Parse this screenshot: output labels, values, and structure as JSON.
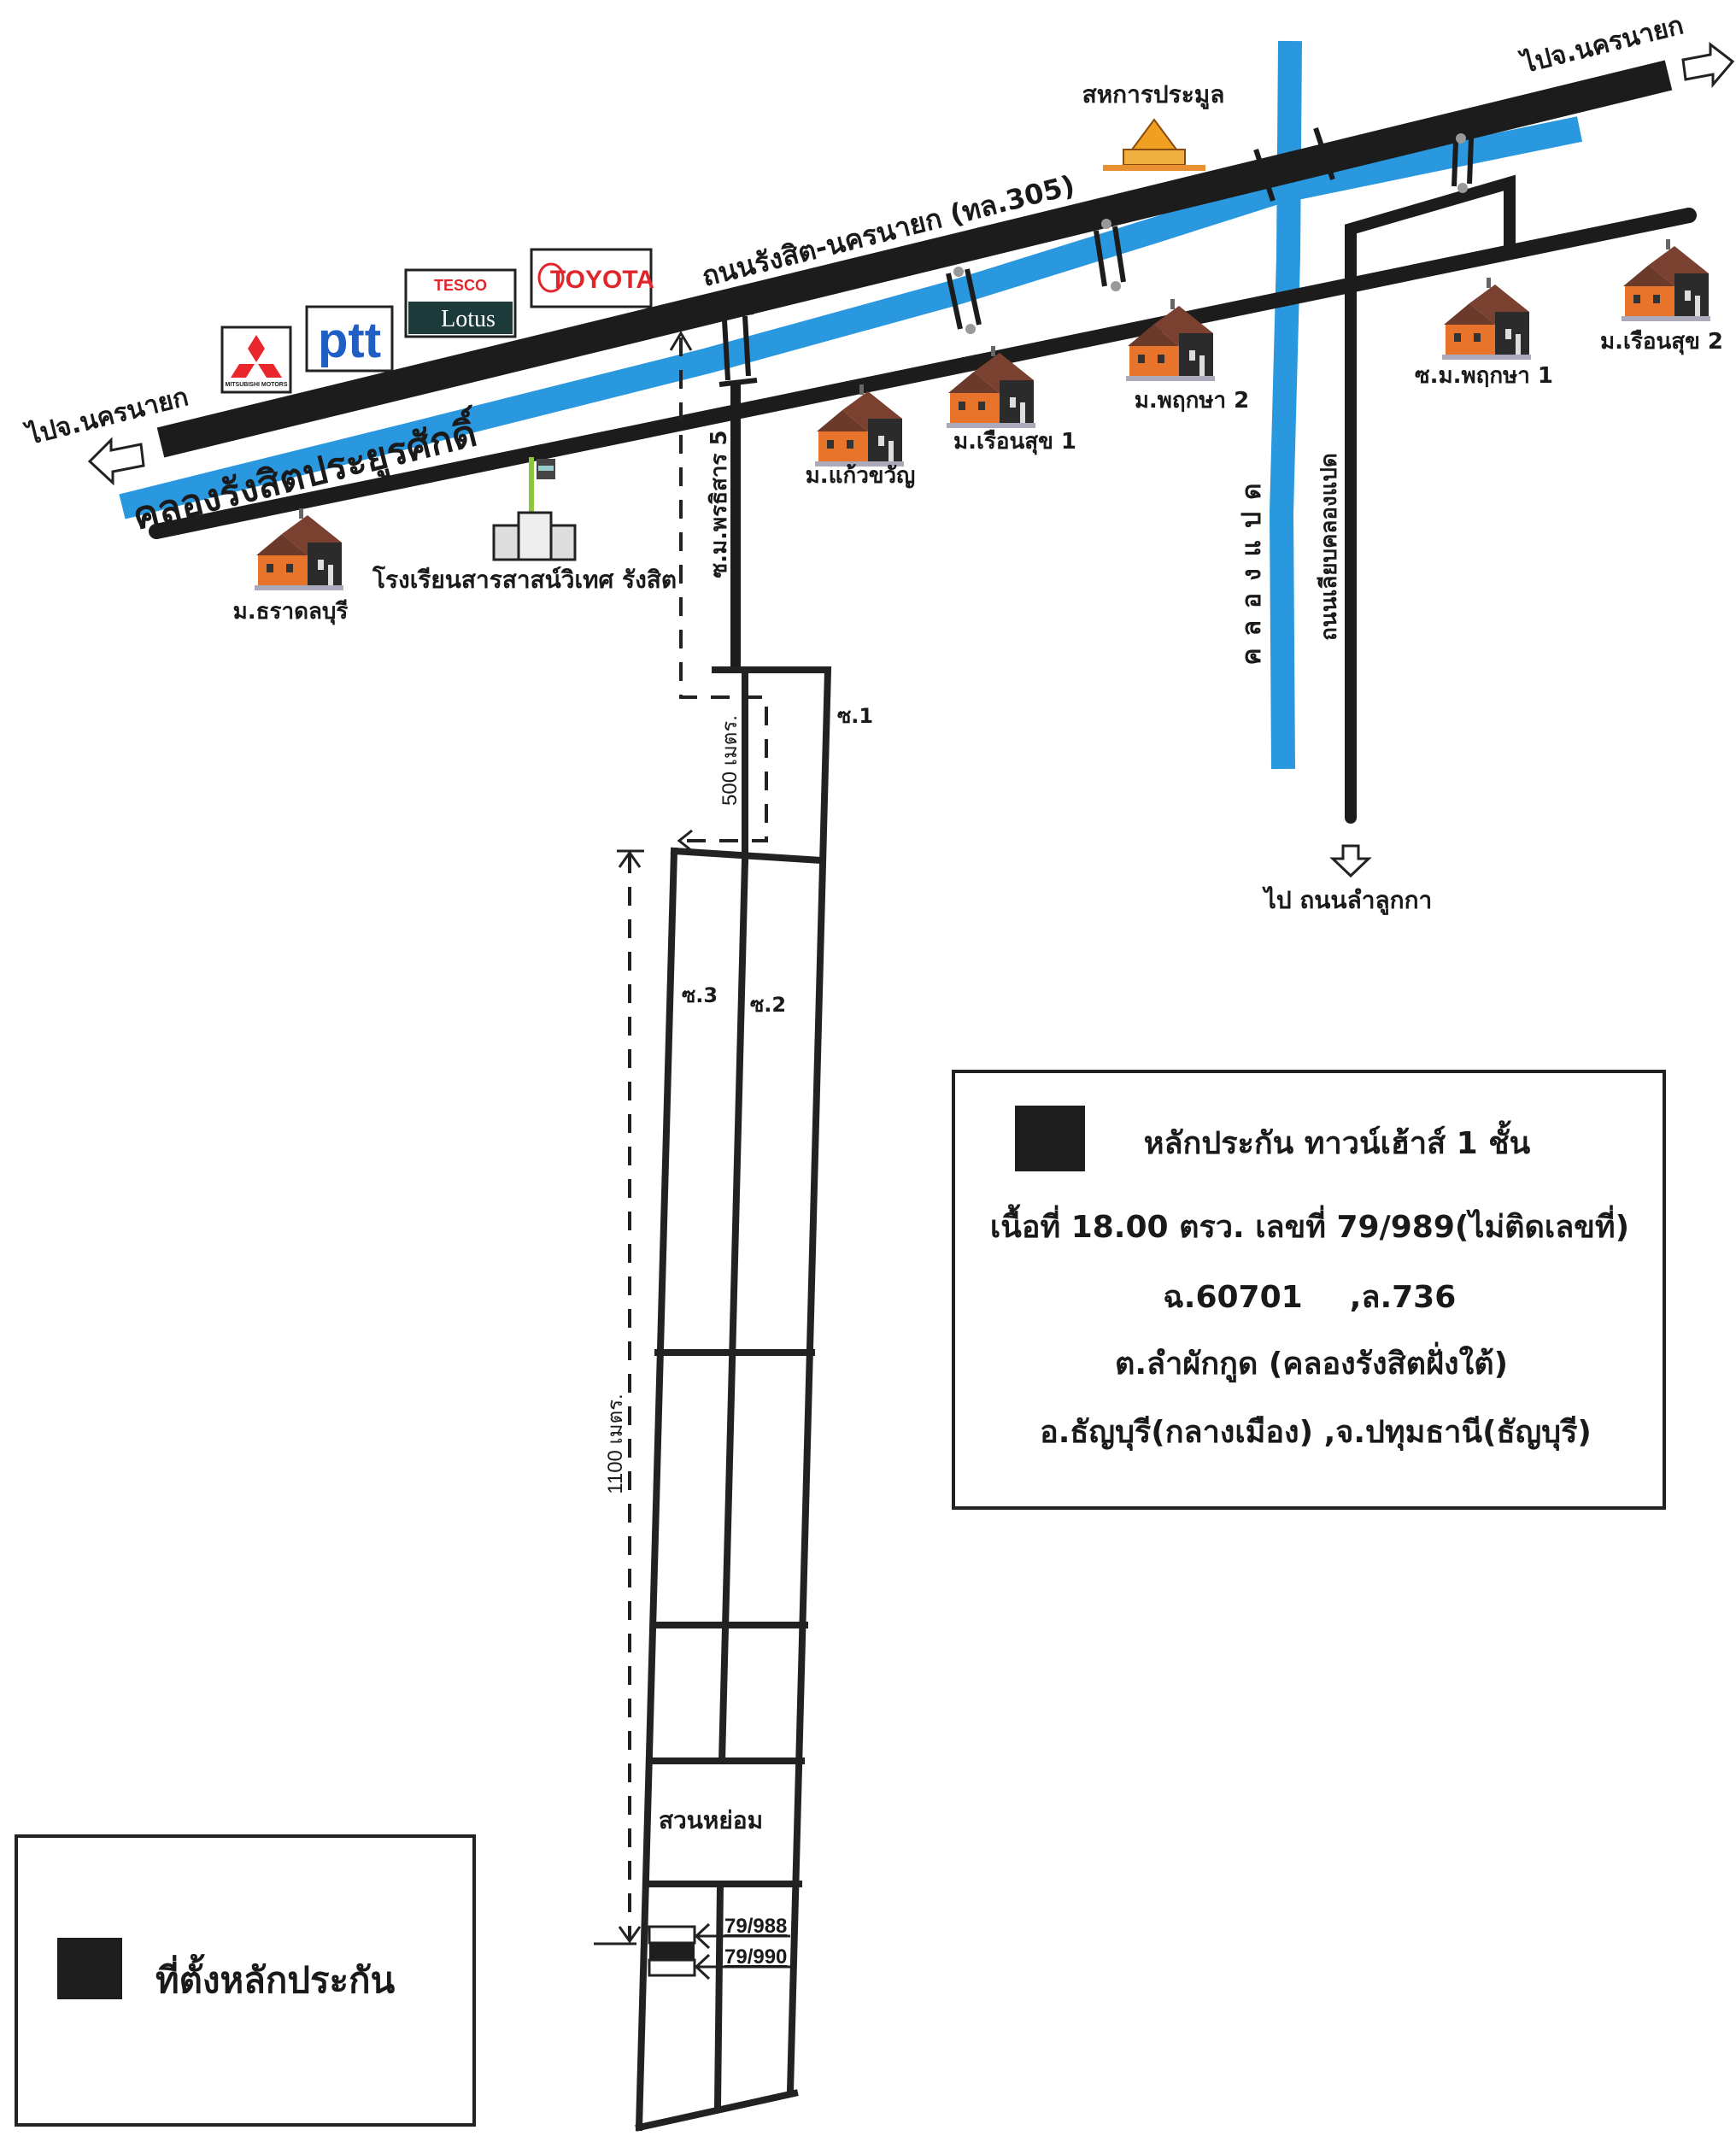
{
  "map": {
    "to_nakhon_nayok_left": "ไปจ.นครนายก",
    "to_nakhon_nayok_right": "ไปจ.นครนายก",
    "main_road": "ถนนรังสิต-นครนายก (ทล.305)",
    "main_canal": "คลองรังสิตประยูรศักดิ์",
    "canal_8": "คลองแปด",
    "canal_8_road": "ถนนเลียบคลองแปด",
    "to_lam_luk_ka": "ไป ถนนลำลูกกา",
    "soi_road": "ซ.ม.พรธิสาร 5",
    "soi_1": "ซ.1",
    "soi_2": "ซ.2",
    "soi_3": "ซ.3",
    "park": "สวนหย่อม",
    "dist_500": "500 เมตร.",
    "dist_1100": "1100 เมตร.",
    "unit_above": "79/988",
    "unit_below": "79/990",
    "landmarks": {
      "sahakarn": "สหการประมูล",
      "school": "โรงเรียนสารสาสน์วิเทศ รังสิต",
      "tharadol": "ม.ธราดลบุรี",
      "kaewkwan": "ม.แก้วขวัญ",
      "ruansuk1": "ม.เรือนสุข 1",
      "pruksa2": "ม.พฤกษา 2",
      "pruksa1": "ซ.ม.พฤกษา 1",
      "ruansuk2": "ม.เรือนสุข 2"
    },
    "logos": {
      "mitsubishi": "MITSUBISHI MOTORS",
      "ptt": "ptt",
      "tesco": "TESCO",
      "lotus": "Lotus",
      "toyota": "TOYOTA"
    }
  },
  "info_box": {
    "title": "หลักประกัน ทาวน์เฮ้าส์  1  ชั้น",
    "line_area": "เนื้อที่ 18.00 ตรว. เลขที่ 79/989(ไม่ติดเลขที่)",
    "deed_no": "ฉ.60701",
    "land_no": ",ล.736",
    "subdistrict": "ต.ลำผักกูด (คลองรังสิตฝั่งใต้)",
    "district": "อ.ธัญบุรี(กลางเมือง) ,จ.ปทุมธานี(ธัญบุรี)"
  },
  "legend": {
    "label": "ที่ตั้งหลักประกัน"
  },
  "colors": {
    "canal": "#2a98de",
    "road": "#1c1c1c",
    "arrow_green": "#3a8a3a"
  }
}
